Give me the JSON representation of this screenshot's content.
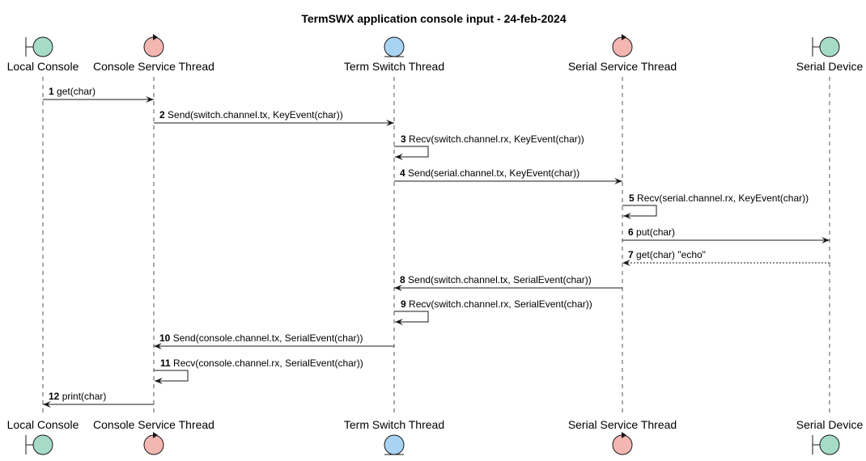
{
  "title": "TermSWX application console input - 24-feb-2024",
  "colors": {
    "boundary": "#a6dcc7",
    "control": "#f4b6b1",
    "entity": "#a9d3f2",
    "line": "#181818"
  },
  "participants": [
    {
      "id": "lc",
      "name": "Local Console",
      "kind": "boundary"
    },
    {
      "id": "cst",
      "name": "Console Service Thread",
      "kind": "control"
    },
    {
      "id": "tst",
      "name": "Term Switch Thread",
      "kind": "entity"
    },
    {
      "id": "sst",
      "name": "Serial Service Thread",
      "kind": "control"
    },
    {
      "id": "sd",
      "name": "Serial Device",
      "kind": "boundary"
    }
  ],
  "messages": [
    {
      "num": "1",
      "text": "get(char)",
      "from": "lc",
      "to": "cst",
      "style": "solid"
    },
    {
      "num": "2",
      "text": "Send(switch.channel.tx, KeyEvent(char))",
      "from": "cst",
      "to": "tst",
      "style": "solid"
    },
    {
      "num": "3",
      "text": "Recv(switch.channel.rx, KeyEvent(char))",
      "from": "tst",
      "to": "tst",
      "style": "solid"
    },
    {
      "num": "4",
      "text": "Send(serial.channel.tx, KeyEvent(char))",
      "from": "tst",
      "to": "sst",
      "style": "solid"
    },
    {
      "num": "5",
      "text": "Recv(serial.channel.rx, KeyEvent(char))",
      "from": "sst",
      "to": "sst",
      "style": "solid"
    },
    {
      "num": "6",
      "text": "put(char)",
      "from": "sst",
      "to": "sd",
      "style": "solid"
    },
    {
      "num": "7",
      "text": "get(char) \"echo\"",
      "from": "sd",
      "to": "sst",
      "style": "dashed"
    },
    {
      "num": "8",
      "text": "Send(switch.channel.tx, SerialEvent(char))",
      "from": "sst",
      "to": "tst",
      "style": "solid"
    },
    {
      "num": "9",
      "text": "Recv(switch.channel.rx, SerialEvent(char))",
      "from": "tst",
      "to": "tst",
      "style": "solid"
    },
    {
      "num": "10",
      "text": "Send(console.channel.tx, SerialEvent(char))",
      "from": "tst",
      "to": "cst",
      "style": "solid"
    },
    {
      "num": "11",
      "text": "Recv(console.channel.rx, SerialEvent(char))",
      "from": "cst",
      "to": "cst",
      "style": "solid"
    },
    {
      "num": "12",
      "text": "print(char)",
      "from": "cst",
      "to": "lc",
      "style": "solid"
    }
  ]
}
